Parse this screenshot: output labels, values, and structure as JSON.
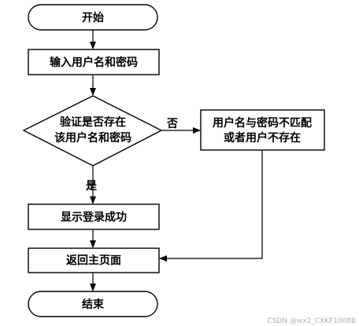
{
  "nodes": {
    "start": "开始",
    "input": "输入用户名和密码",
    "decision_line1": "验证是否存在",
    "decision_line2": "该用户名和密码",
    "error_line1": "用户名与密码不匹配",
    "error_line2": "或者用户不存在",
    "success": "显示登录成功",
    "home": "返回主页面",
    "end": "结束"
  },
  "edges": {
    "no_label": "否",
    "yes_label": "是"
  },
  "watermark": "CSDN @wx2_CXKF10088"
}
